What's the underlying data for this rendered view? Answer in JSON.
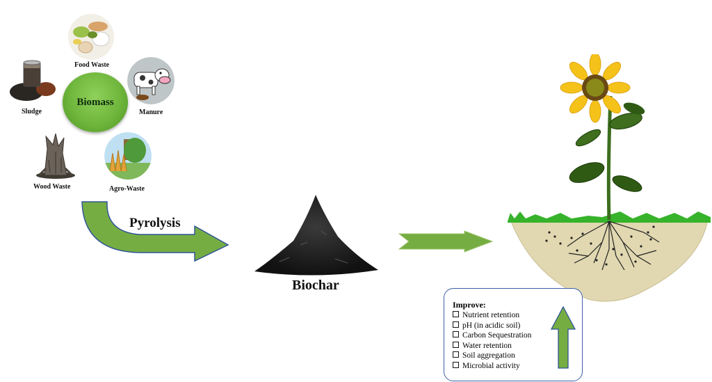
{
  "biomass": {
    "center_label": "Biomass",
    "sources": [
      {
        "label": "Food Waste",
        "icon": "food-waste-icon"
      },
      {
        "label": "Manure",
        "icon": "cow-icon"
      },
      {
        "label": "Sludge",
        "icon": "sludge-icon"
      },
      {
        "label": "Wood Waste",
        "icon": "tree-stump-icon"
      },
      {
        "label": "Agro-Waste",
        "icon": "agro-waste-icon"
      }
    ]
  },
  "process": {
    "label": "Pyrolysis"
  },
  "product": {
    "label": "Biochar"
  },
  "improve": {
    "heading": "Improve:",
    "items": [
      "Nutrient retention",
      "pH (in acidic soil)",
      "Carbon Sequestration",
      "Water retention",
      "Soil aggregation",
      "Microbial activity"
    ]
  },
  "colors": {
    "arrow_green": "#76ad42",
    "arrow_outline": "#2f5597",
    "biomass_green": "#6fb63c",
    "soil": "#e1d8b1",
    "grass": "#36b32b"
  }
}
